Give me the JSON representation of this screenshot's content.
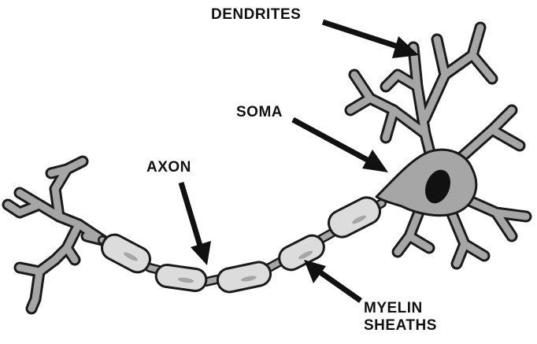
{
  "labels": {
    "dendrites": "DENDRITES",
    "soma": "SOMA",
    "axon": "AXON",
    "myelin_line1": "MYELIN",
    "myelin_line2": "SHEATHS"
  },
  "colors": {
    "outline": "#1a1a1a",
    "cell_body": "#a6a6a6",
    "myelin": "#dcdcdc",
    "nucleus": "#111111",
    "arrow": "#111111"
  }
}
